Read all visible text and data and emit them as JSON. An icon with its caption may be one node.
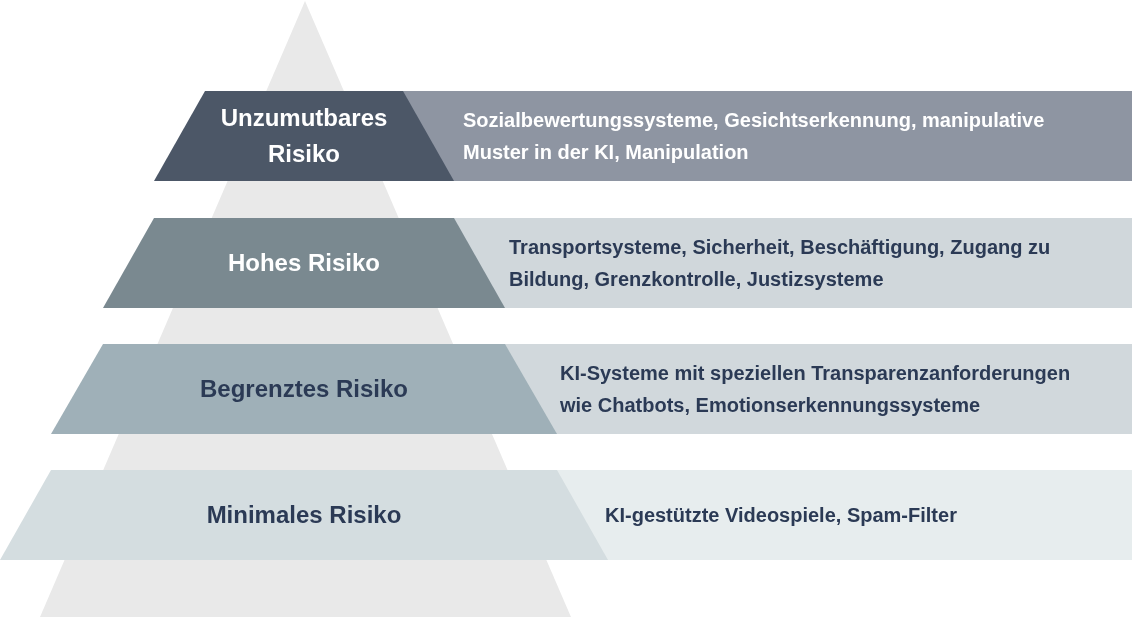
{
  "diagram": {
    "nodes": [
      {
        "text": [
          "Unzumutbares Risiko"
        ]
      },
      {
        "text": [
          "Sozialbewertungssysteme, Gesichtserkennung, manipulative Muster in der KI, Manipulation"
        ]
      },
      {
        "text": [
          "Hohes Risiko"
        ]
      },
      {
        "text": [
          "Transportsysteme, Sicherheit, Beschäftigung, Zugang zu Bildung, Grenzkontrolle, Justizsysteme"
        ]
      },
      {
        "text": [
          "Begrenztes Risiko"
        ]
      },
      {
        "text": [
          "KI-Systeme mit speziellen Transparenzanforderungen wie Chatbots, Emotionserkennungssysteme"
        ]
      },
      {
        "text": [
          "Minimales Risiko"
        ]
      },
      {
        "text": [
          "KI-gestützte Videospiele, Spam-Filter"
        ]
      }
    ]
  }
}
